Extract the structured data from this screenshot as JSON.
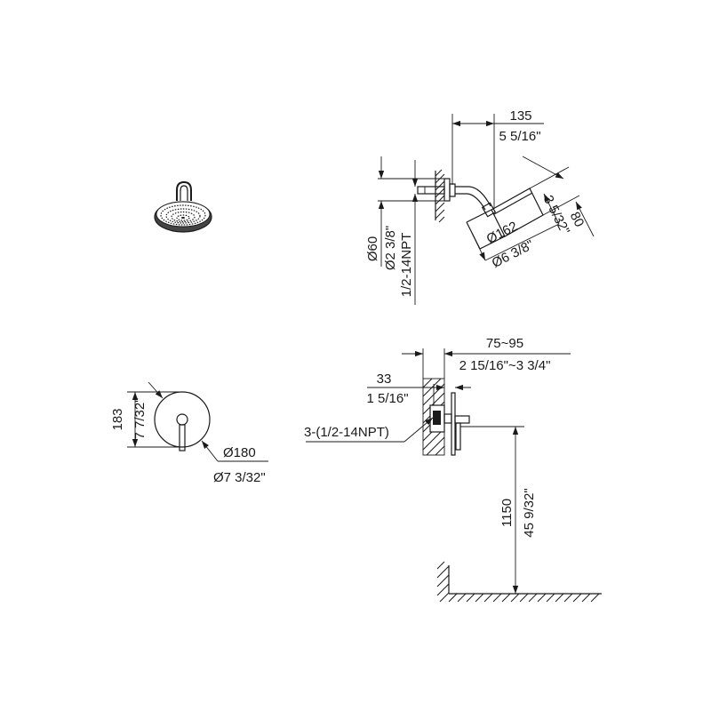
{
  "shower_arm": {
    "reach_mm": "135",
    "reach_in": "5 5/16\"",
    "flange_dia_mm": "Ø60",
    "flange_dia_in": "Ø2 3/8\"",
    "thread": "1/2-14NPT",
    "head_dia_mm": "Ø162",
    "head_dia_in": "Ø6 3/8\"",
    "head_height_mm": "80",
    "head_height_in": "3 5/32\""
  },
  "valve_trim": {
    "height_mm": "183",
    "height_in": "7 7/32\"",
    "dia_mm": "Ø180",
    "dia_in": "Ø7 3/32\""
  },
  "valve_section": {
    "wall_range_mm": "75~95",
    "wall_range_in": "2 15/16\"~3 3/4\"",
    "setback_mm": "33",
    "setback_in": "1 5/16\"",
    "ports": "3-(1/2-14NPT)",
    "floor_height_mm": "1150",
    "floor_height_in": "45 9/32\""
  }
}
